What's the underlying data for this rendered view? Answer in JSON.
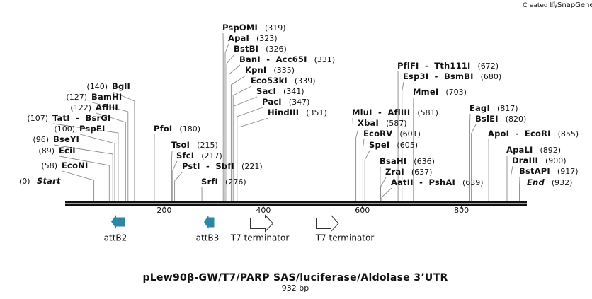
{
  "branding": {
    "created_by": "Created by",
    "brand": "SnapGene"
  },
  "map": {
    "title": "pLew90β-GW/T7/PARP SAS/luciferase/Aldolase 3’UTR",
    "length_label": "932 bp",
    "length_bp": 932,
    "ticks": [
      {
        "bp": 200,
        "label": "200"
      },
      {
        "bp": 400,
        "label": "400"
      },
      {
        "bp": 600,
        "label": "600"
      },
      {
        "bp": 800,
        "label": "800"
      }
    ],
    "colors": {
      "feature_fill": "#2e86a7",
      "arrow_outline": "#333333",
      "line": "#888888",
      "backbone": "#111111"
    }
  },
  "sites": [
    {
      "name": "Start",
      "pos": "(0)",
      "bp": 0,
      "special": true
    },
    {
      "name": "EcoNI",
      "pos": "(58)",
      "bp": 58
    },
    {
      "name": "EciI",
      "pos": "(89)",
      "bp": 89
    },
    {
      "name": "BseYI",
      "pos": "(96)",
      "bp": 96
    },
    {
      "name": "PspFI",
      "pos": "(100)",
      "bp": 100
    },
    {
      "name": "TatI  -  BsrGI",
      "pos": "(107)",
      "bp": 107
    },
    {
      "name": "AflIII",
      "pos": "(122)",
      "bp": 122
    },
    {
      "name": "BamHI",
      "pos": "(127)",
      "bp": 127
    },
    {
      "name": "BglI",
      "pos": "(140)",
      "bp": 140
    },
    {
      "name": "PfoI",
      "pos": "(180)",
      "bp": 180
    },
    {
      "name": "TsoI",
      "pos": "(215)",
      "bp": 215
    },
    {
      "name": "SfcI",
      "pos": "(217)",
      "bp": 217
    },
    {
      "name": "PstI  -  SbfI",
      "pos": "(221)",
      "bp": 221
    },
    {
      "name": "SrfI",
      "pos": "(276)",
      "bp": 276
    },
    {
      "name": "PspOMI",
      "pos": "(319)",
      "bp": 319
    },
    {
      "name": "ApaI",
      "pos": "(323)",
      "bp": 323
    },
    {
      "name": "BstBI",
      "pos": "(326)",
      "bp": 326
    },
    {
      "name": "BanI  -  Acc65I",
      "pos": "(331)",
      "bp": 331
    },
    {
      "name": "KpnI",
      "pos": "(335)",
      "bp": 335
    },
    {
      "name": "Eco53kI",
      "pos": "(339)",
      "bp": 339
    },
    {
      "name": "SacI",
      "pos": "(341)",
      "bp": 341
    },
    {
      "name": "PacI",
      "pos": "(347)",
      "bp": 347
    },
    {
      "name": "HindIII",
      "pos": "(351)",
      "bp": 351
    },
    {
      "name": "MluI  -  AflIII",
      "pos": "(581)",
      "bp": 581
    },
    {
      "name": "XbaI",
      "pos": "(587)",
      "bp": 587
    },
    {
      "name": "EcoRV",
      "pos": "(601)",
      "bp": 601
    },
    {
      "name": "SpeI",
      "pos": "(605)",
      "bp": 605
    },
    {
      "name": "BsaHI",
      "pos": "(636)",
      "bp": 636
    },
    {
      "name": "ZraI",
      "pos": "(637)",
      "bp": 637
    },
    {
      "name": "AatII  -  PshAI",
      "pos": "(639)",
      "bp": 639
    },
    {
      "name": "PflFI  -  Tth111I",
      "pos": "(672)",
      "bp": 672
    },
    {
      "name": "Esp3I  -  BsmBI",
      "pos": "(680)",
      "bp": 680
    },
    {
      "name": "MmeI",
      "pos": "(703)",
      "bp": 703
    },
    {
      "name": "EagI",
      "pos": "(817)",
      "bp": 817
    },
    {
      "name": "BslEI",
      "pos": "(820)",
      "bp": 820
    },
    {
      "name": "ApoI  -  EcoRI",
      "pos": "(855)",
      "bp": 855
    },
    {
      "name": "ApaLI",
      "pos": "(892)",
      "bp": 892
    },
    {
      "name": "DraIII",
      "pos": "(900)",
      "bp": 900
    },
    {
      "name": "BstAPI",
      "pos": "(917)",
      "bp": 917
    },
    {
      "name": "End",
      "pos": "(932)",
      "bp": 932,
      "special": true
    }
  ],
  "features": [
    {
      "name": "attB2",
      "type": "solid-left"
    },
    {
      "name": "attB3",
      "type": "solid-left"
    },
    {
      "name": "T7 terminator",
      "type": "outline-right"
    },
    {
      "name": "T7 terminator",
      "type": "outline-right"
    }
  ]
}
